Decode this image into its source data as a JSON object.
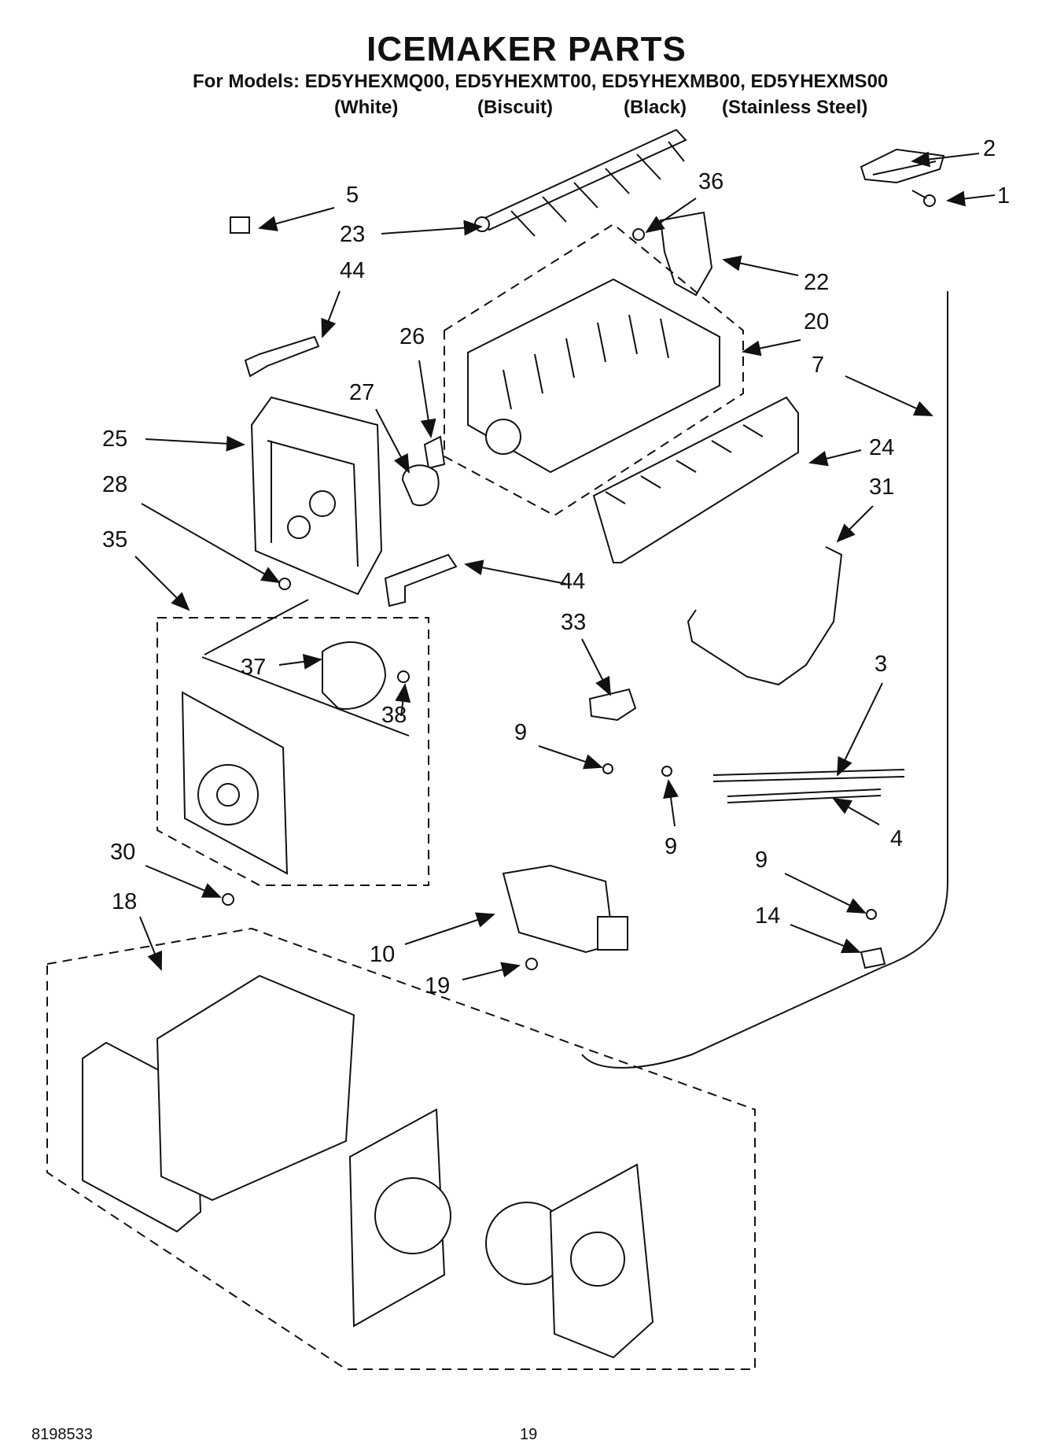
{
  "header": {
    "title": "ICEMAKER PARTS",
    "models": "For Models: ED5YHEXMQ00, ED5YHEXMT00, ED5YHEXMB00, ED5YHEXMS00",
    "colors": [
      "(White)",
      "(Biscuit)",
      "(Black)",
      "(Stainless Steel)"
    ]
  },
  "callouts": [
    {
      "id": "c2",
      "text": "2"
    },
    {
      "id": "c1",
      "text": "1"
    },
    {
      "id": "c5",
      "text": "5"
    },
    {
      "id": "c36",
      "text": "36"
    },
    {
      "id": "c23",
      "text": "23"
    },
    {
      "id": "c44a",
      "text": "44"
    },
    {
      "id": "c22",
      "text": "22"
    },
    {
      "id": "c26",
      "text": "26"
    },
    {
      "id": "c20",
      "text": "20"
    },
    {
      "id": "c27",
      "text": "27"
    },
    {
      "id": "c7",
      "text": "7"
    },
    {
      "id": "c25",
      "text": "25"
    },
    {
      "id": "c24",
      "text": "24"
    },
    {
      "id": "c28",
      "text": "28"
    },
    {
      "id": "c31",
      "text": "31"
    },
    {
      "id": "c35",
      "text": "35"
    },
    {
      "id": "c44b",
      "text": "44"
    },
    {
      "id": "c33",
      "text": "33"
    },
    {
      "id": "c37",
      "text": "37"
    },
    {
      "id": "c3",
      "text": "3"
    },
    {
      "id": "c38",
      "text": "38"
    },
    {
      "id": "c9a",
      "text": "9"
    },
    {
      "id": "c9b",
      "text": "9"
    },
    {
      "id": "c4",
      "text": "4"
    },
    {
      "id": "c30",
      "text": "30"
    },
    {
      "id": "c9c",
      "text": "9"
    },
    {
      "id": "c18",
      "text": "18"
    },
    {
      "id": "c14",
      "text": "14"
    },
    {
      "id": "c10",
      "text": "10"
    },
    {
      "id": "c19",
      "text": "19"
    }
  ],
  "footer": {
    "doc_number": "8198533",
    "page_number": "19"
  }
}
